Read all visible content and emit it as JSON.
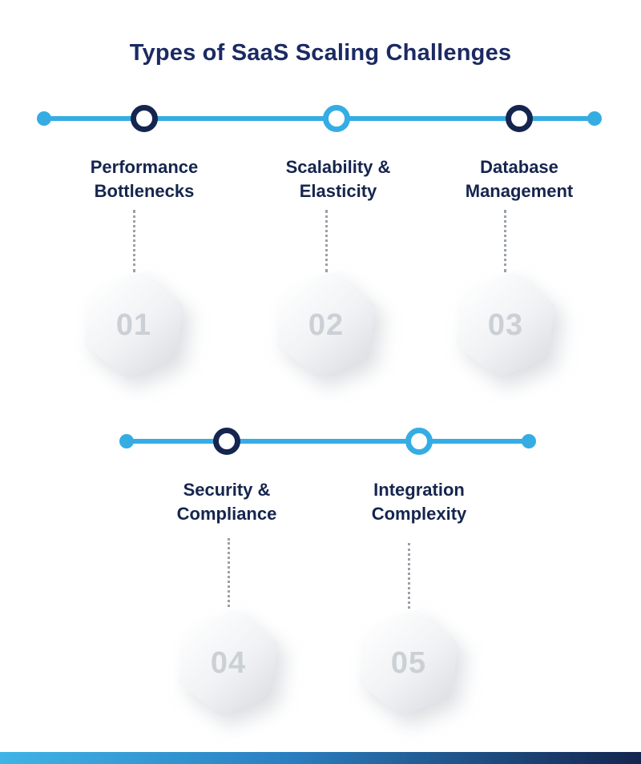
{
  "title": "Types of SaaS Scaling Challenges",
  "items": [
    {
      "number": "01",
      "line1": "Performance",
      "line2": "Bottlenecks",
      "node_style": "navy-ring"
    },
    {
      "number": "02",
      "line1": "Scalability &",
      "line2": "Elasticity",
      "node_style": "cyan-ring"
    },
    {
      "number": "03",
      "line1": "Database",
      "line2": "Management",
      "node_style": "navy-ring"
    },
    {
      "number": "04",
      "line1": "Security &",
      "line2": "Compliance",
      "node_style": "navy-ring"
    },
    {
      "number": "05",
      "line1": "Integration",
      "line2": "Complexity",
      "node_style": "cyan-ring"
    }
  ],
  "colors": {
    "accent_cyan": "#35ade3",
    "accent_navy": "#14254f",
    "title_text": "#1b2a63",
    "label_text": "#15254e",
    "hex_number": "#cbd0d5",
    "connector_dots": "#9aa1a8"
  }
}
